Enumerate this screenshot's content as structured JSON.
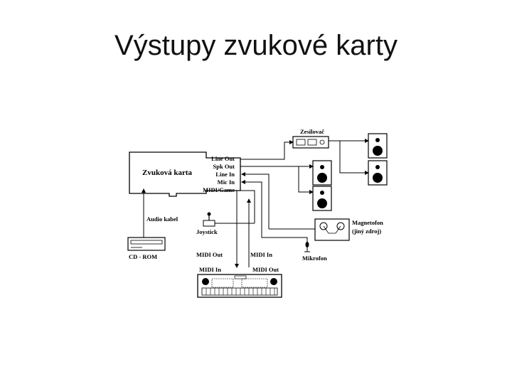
{
  "slide": {
    "title": "Výstupy zvukové karty"
  },
  "diagram": {
    "card_label": "Zvuková karta",
    "ports": [
      "Line Out",
      "Spk Out",
      "Line In",
      "Mic In",
      "MIDI/Game"
    ],
    "amplifier_label": "Zesilovač",
    "tape_label_line1": "Magnetofon",
    "tape_label_line2": "(jiný zdroj)",
    "microphone_label": "Mikrofon",
    "joystick_label": "Joystick",
    "audio_cable_label": "Audio kabel",
    "cdrom_label": "CD - ROM",
    "midi_out_top": "MIDI Out",
    "midi_in_top": "MIDI In",
    "midi_in_bottom": "MIDI In",
    "midi_out_bottom": "MIDI Out"
  }
}
